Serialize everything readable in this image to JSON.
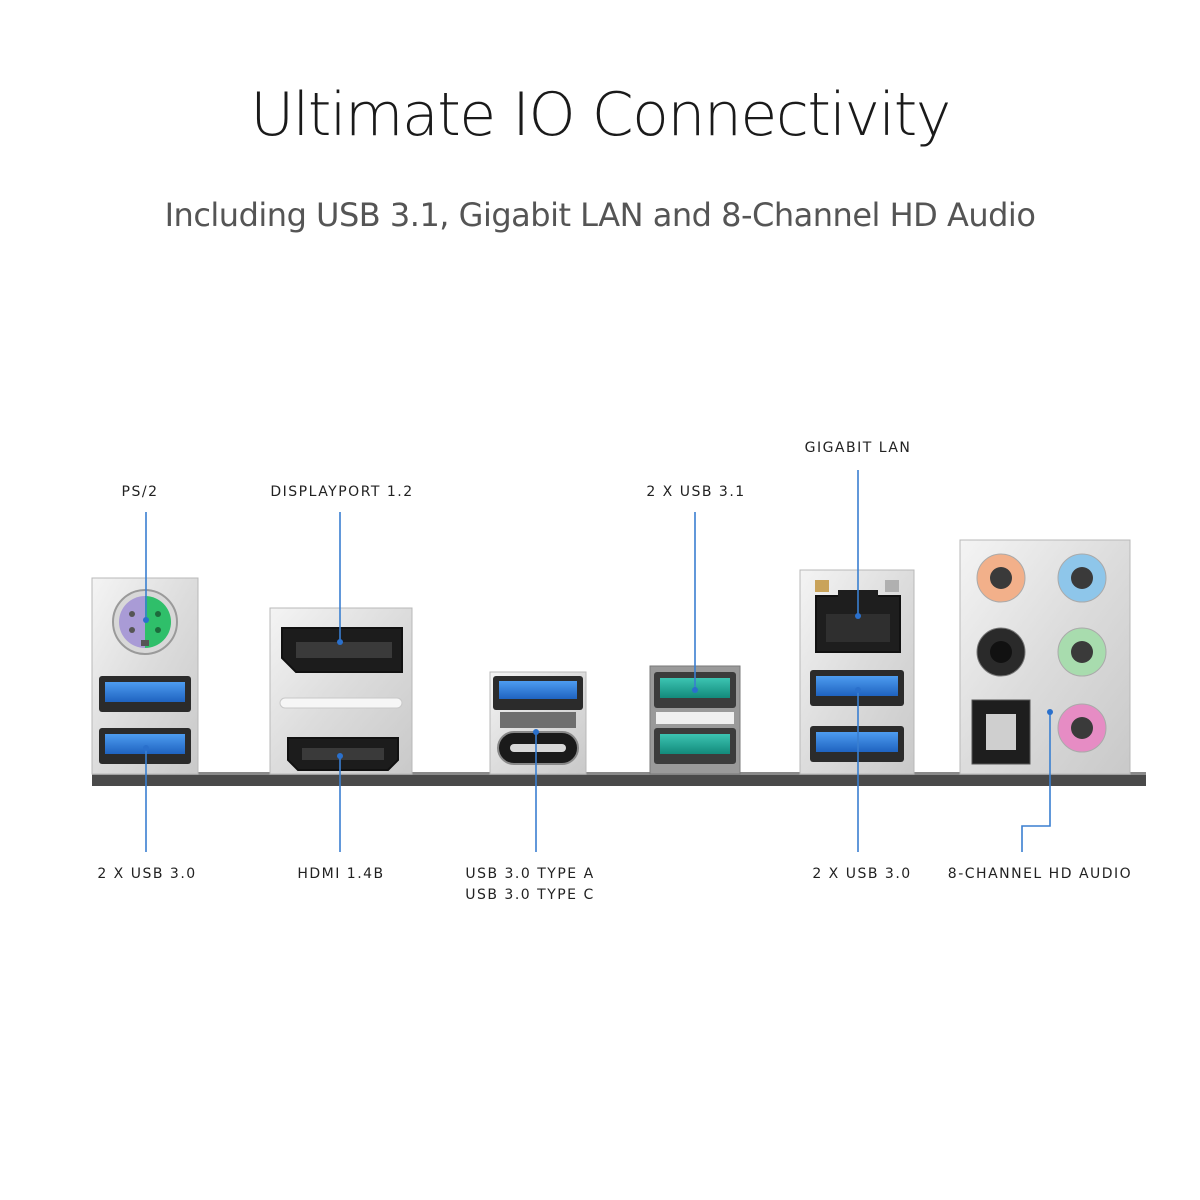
{
  "header": {
    "title": "Ultimate IO Connectivity",
    "subtitle": "Including USB 3.1, Gigabit LAN and 8-Channel HD Audio"
  },
  "ports": {
    "ps2": "PS/2",
    "usb30_left": "2 X USB 3.0",
    "displayport": "DISPLAYPORT 1.2",
    "hdmi": "HDMI 1.4B",
    "usb30_type_a": "USB 3.0 TYPE A",
    "usb30_type_c": "USB 3.0 TYPE C",
    "usb31": "2 X USB 3.1",
    "gigabit_lan": "GIGABIT LAN",
    "usb30_right": "2 X USB 3.0",
    "audio": "8-CHANNEL HD AUDIO"
  },
  "colors": {
    "callout_line": "#3a7fd0",
    "usb30_blue": "#2f7fdc",
    "usb31_teal": "#1fa595",
    "ps2_purple": "#a99bd6",
    "ps2_green": "#2fbf6a",
    "audio_orange": "#f2b08a",
    "audio_blue": "#8ec6ea",
    "audio_black": "#2a2a2a",
    "audio_green": "#a8dcae",
    "audio_pink": "#e68cc4"
  }
}
